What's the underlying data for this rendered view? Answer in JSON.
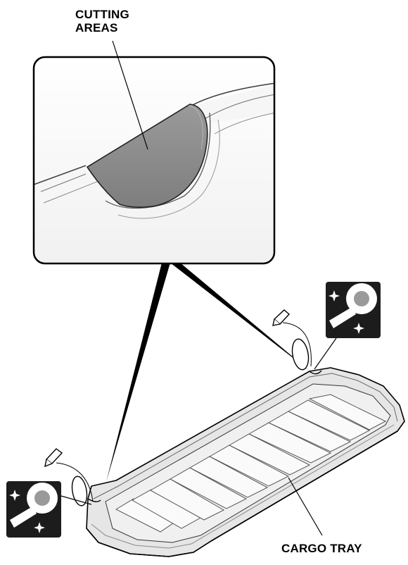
{
  "labels": {
    "cutting_areas": [
      "CUTTING",
      "AREAS"
    ],
    "cargo_tray": "CARGO TRAY"
  },
  "icons": {
    "tool": "cutting-tool-icon",
    "clip": "clip-icon"
  },
  "colors": {
    "line": "#000000",
    "icon_bg": "#1a1a1a",
    "cutting_area": "#8c8c8c",
    "tray_fill": "#e9e9e9"
  }
}
